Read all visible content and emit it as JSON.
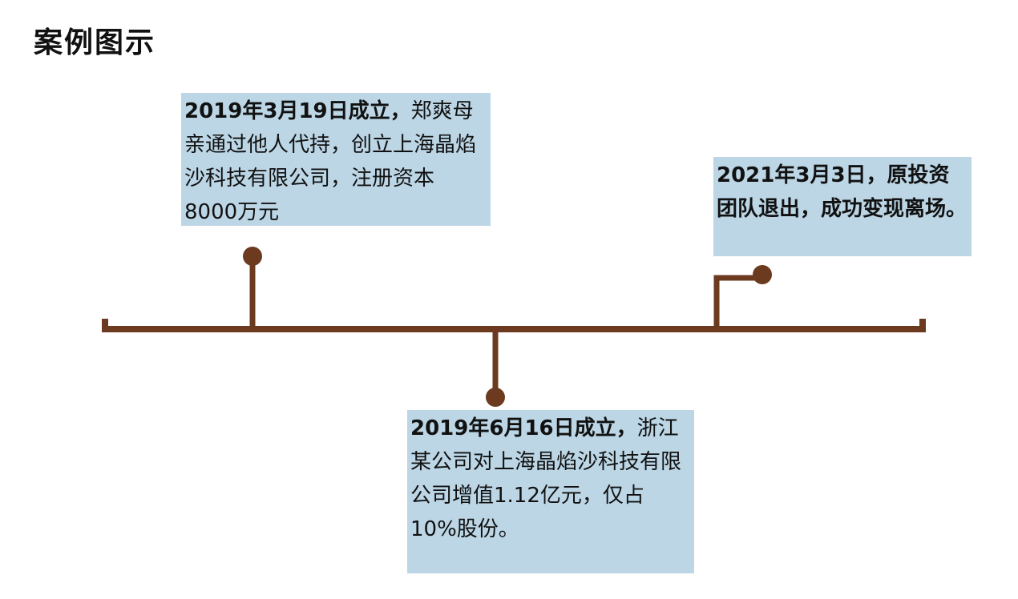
{
  "page": {
    "title": "案例图示"
  },
  "timeline": {
    "line_color": "#6b3a1f",
    "box_color": "#bcd6e6",
    "events": [
      {
        "date": "2019年3月19日成立，",
        "text": "郑爽母亲通过他人代持，创立上海晶焰沙科技有限公司，注册资本8000万元",
        "position": "above"
      },
      {
        "date": "2019年6月16日成立，",
        "text": "浙江某公司对上海晶焰沙科技有限公司增值1.12亿元，仅占10%股份。",
        "position": "below"
      },
      {
        "date": "2021年3月3日，",
        "text": "原投资团队退出，成功变现离场。",
        "position": "above"
      }
    ]
  }
}
